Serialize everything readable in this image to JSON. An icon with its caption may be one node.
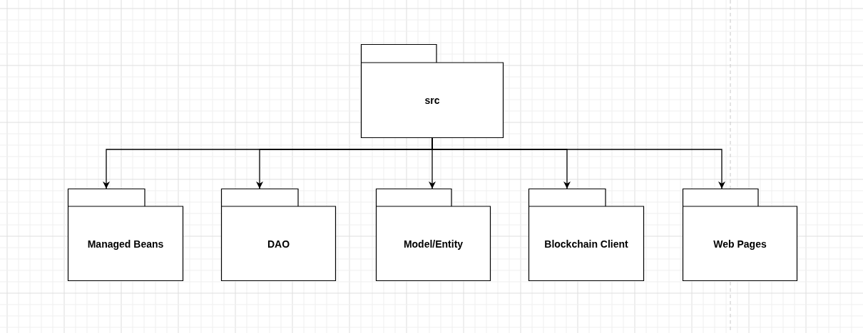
{
  "diagram": {
    "nodes": [
      {
        "text": [
          "src"
        ]
      },
      {
        "text": [
          "Managed Beans"
        ]
      },
      {
        "text": [
          "DAO"
        ]
      },
      {
        "text": [
          "Model/Entity"
        ]
      },
      {
        "text": [
          "Blockchain Client"
        ]
      },
      {
        "text": [
          "Web Pages"
        ]
      }
    ],
    "edges": [
      {
        "from": 0,
        "to": 1,
        "arrow": "to"
      },
      {
        "from": 0,
        "to": 2,
        "arrow": "to"
      },
      {
        "from": 0,
        "to": 3,
        "arrow": "to"
      },
      {
        "from": 0,
        "to": 4,
        "arrow": "to"
      },
      {
        "from": 0,
        "to": 5,
        "arrow": "to"
      }
    ]
  }
}
